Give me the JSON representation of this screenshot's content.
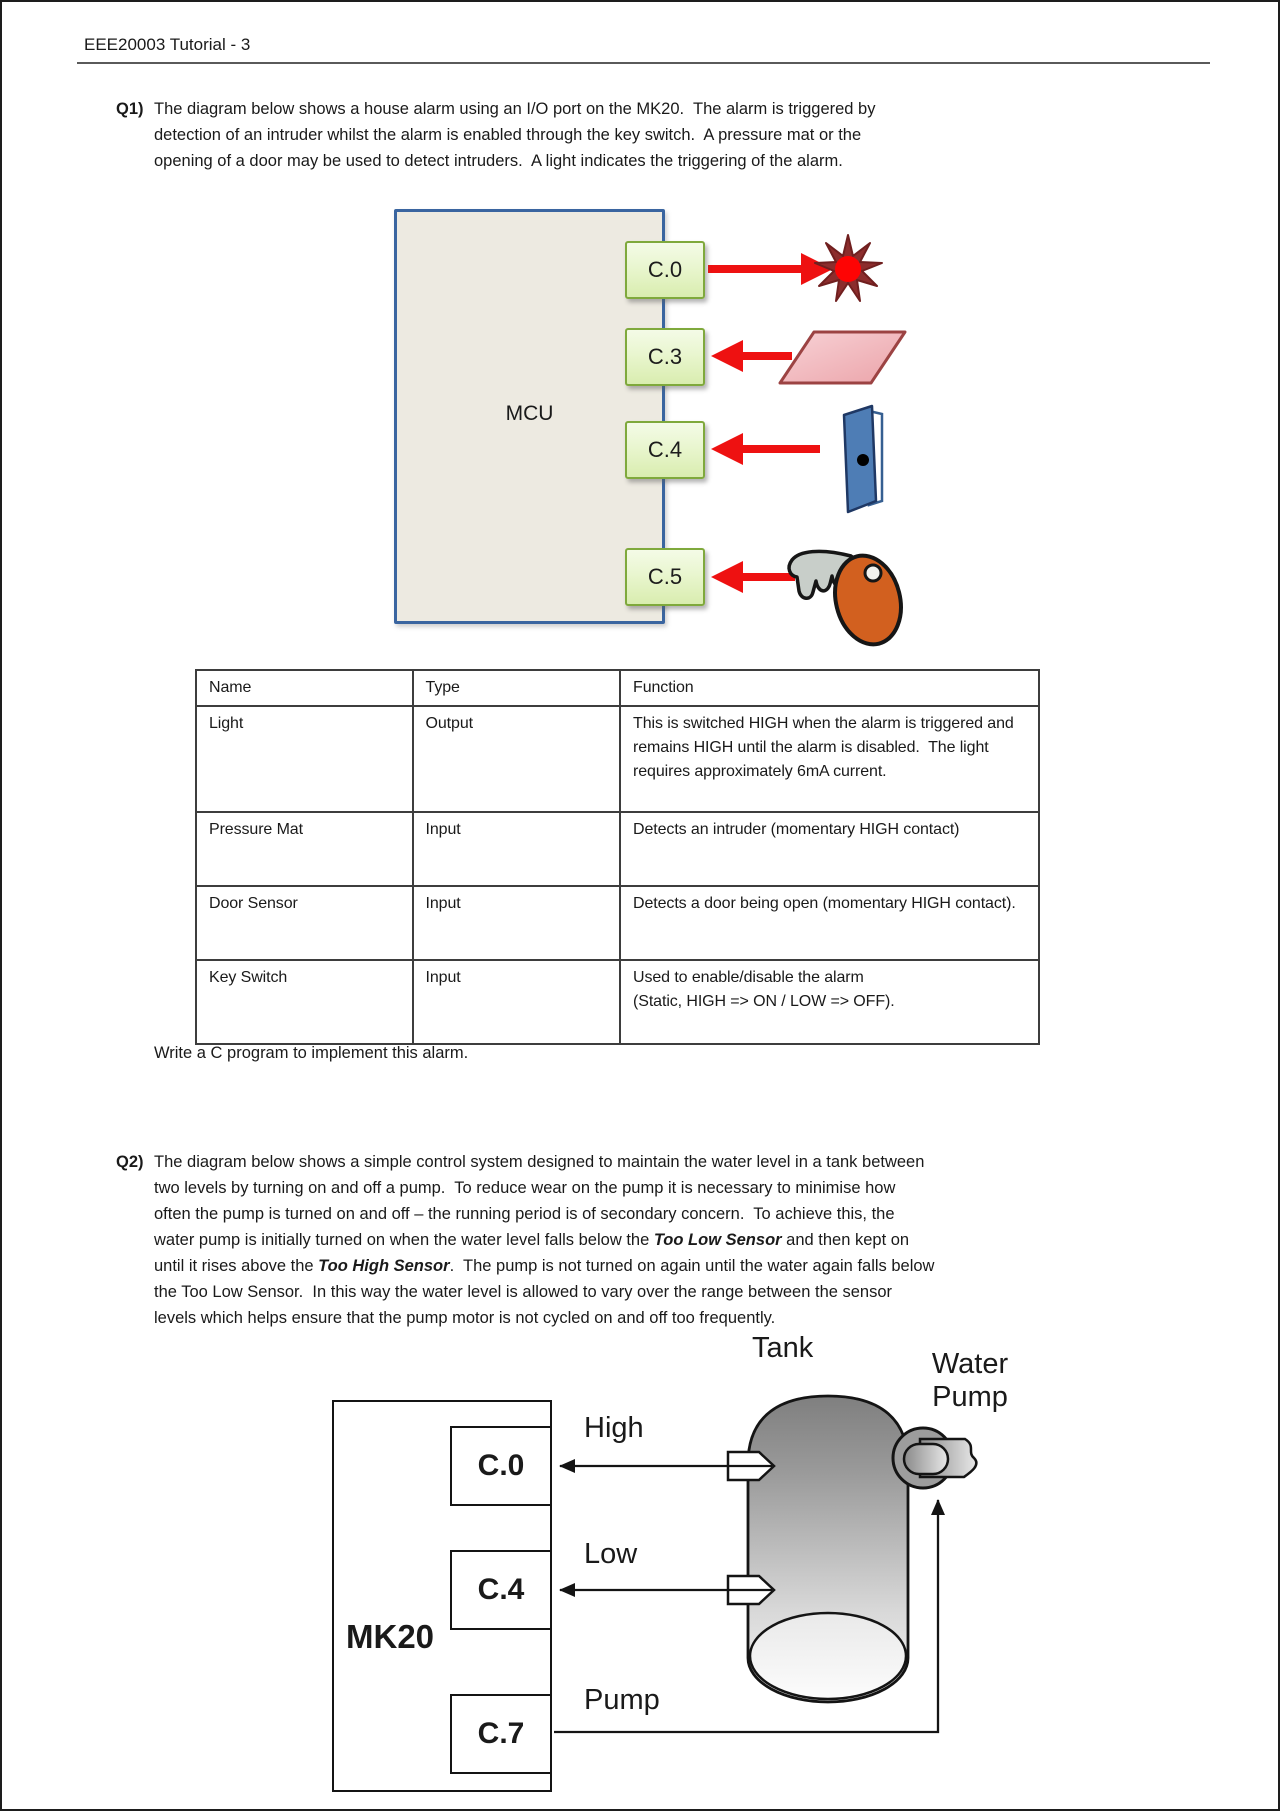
{
  "page": {
    "header": "EEE20003 Tutorial - 3"
  },
  "colors": {
    "arrow_red": "#EE1111",
    "mcu_fill": "#EDEAE1",
    "mcu_border": "#3A65A0",
    "port_fill": "#E9F6CF",
    "port_border": "#7FA93C",
    "door_blue": "#4E7DB5",
    "mat_pink": "#F2B3B8",
    "mat_border": "#9C4343",
    "light_maroon": "#8C2D2D",
    "light_red": "#FE0404",
    "key_orange": "#D2601F",
    "key_grey": "#C8CEC9",
    "pump_grey": "#9D9D9D",
    "line_black": "#141414"
  },
  "q1": {
    "label": "Q1)",
    "lines": [
      "The diagram below shows a house alarm using an I/O port on the MK20.  The alarm is triggered by",
      "detection of an intruder whilst the alarm is enabled through the key switch.  A pressure mat or the",
      "opening of a door may be used to detect intruders.  A light indicates the triggering of the alarm."
    ],
    "diagram": {
      "mcu_label": "MCU",
      "ports": [
        "C.0",
        "C.3",
        "C.4",
        "C.5"
      ],
      "icons": [
        "alarm-light-icon",
        "pressure-mat-icon",
        "door-icon",
        "key-icon"
      ]
    },
    "table": {
      "headers": [
        "Name",
        "Type",
        "Function"
      ],
      "rows": [
        {
          "name": "Light",
          "type": "Output",
          "function": "This is switched HIGH when the alarm is triggered and remains HIGH until the alarm is disabled.  The light requires approximately 6mA current."
        },
        {
          "name": "Pressure Mat",
          "type": "Input",
          "function": "Detects an intruder (momentary HIGH contact)"
        },
        {
          "name": "Door Sensor",
          "type": "Input",
          "function": "Detects a door being open (momentary HIGH contact)."
        },
        {
          "name": "Key Switch",
          "type": "Input",
          "function": "Used to enable/disable the alarm\n(Static, HIGH => ON / LOW => OFF)."
        }
      ]
    },
    "footer": "Write a C program to implement this alarm."
  },
  "q2": {
    "label": "Q2)",
    "lines": [
      [
        {
          "t": "The diagram below shows a simple control system designed to maintain the water level in a tank between"
        }
      ],
      [
        {
          "t": "two levels by turning on and off a pump.  To reduce wear on the pump it is necessary to minimise how"
        }
      ],
      [
        {
          "t": "often the pump is turned on and off – the running period is of secondary concern.  To achieve this, the"
        }
      ],
      [
        {
          "t": "water pump is initially turned on when the water level falls below the "
        },
        {
          "t": "Too Low Sensor",
          "em": true
        },
        {
          "t": " and then kept on"
        }
      ],
      [
        {
          "t": "until it rises above the "
        },
        {
          "t": "Too High Sensor",
          "em": true
        },
        {
          "t": ".  The pump is not turned on again until the water again falls below"
        }
      ],
      [
        {
          "t": "the Too Low Sensor.  In this way the water level is allowed to vary over the range between the sensor"
        }
      ],
      [
        {
          "t": "levels which helps ensure that the pump motor is not cycled on and off too frequently."
        }
      ]
    ],
    "diagram": {
      "mk20_label": "MK20",
      "ports": [
        "C.0",
        "C.4",
        "C.7"
      ],
      "tank_label": "Tank",
      "water_pump_label": "Water\nPump",
      "high_label": "High",
      "low_label": "Low",
      "pump_label": "Pump",
      "icons": [
        "tank-icon",
        "water-pump-icon",
        "high-level-sensor-icon",
        "low-level-sensor-icon"
      ]
    }
  }
}
